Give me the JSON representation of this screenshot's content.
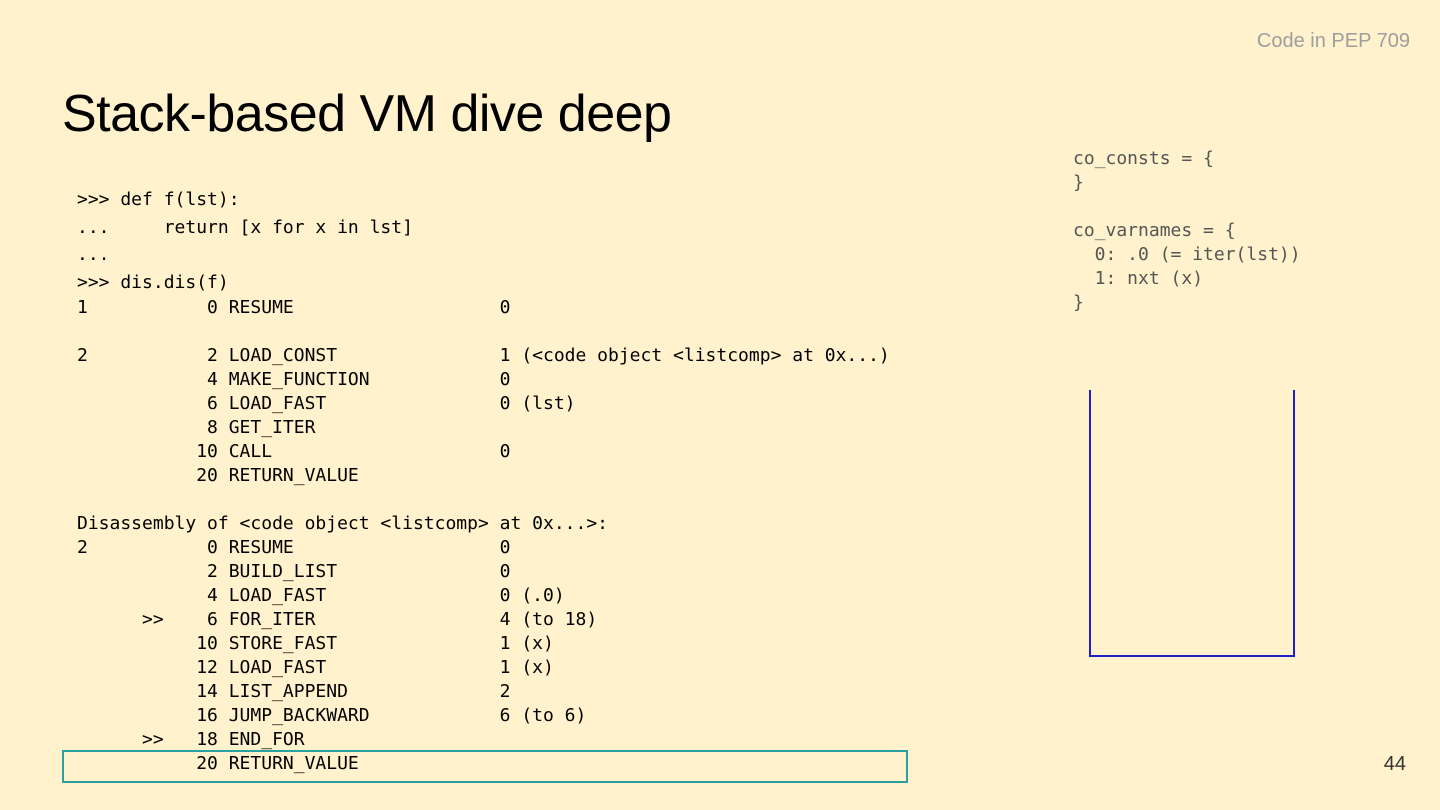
{
  "header": {
    "source_label": "Code in PEP 709",
    "title": "Stack-based VM dive deep"
  },
  "repl_lines": [
    ">>> def f(lst):",
    "...     return [x for x in lst]",
    "...",
    ">>> dis.dis(f)"
  ],
  "disassembly_lines": [
    "1           0 RESUME                   0",
    "",
    "2           2 LOAD_CONST               1 (<code object <listcomp> at 0x...)",
    "            4 MAKE_FUNCTION            0",
    "            6 LOAD_FAST                0 (lst)",
    "            8 GET_ITER",
    "           10 CALL                     0",
    "           20 RETURN_VALUE",
    "",
    "Disassembly of <code object <listcomp> at 0x...>:",
    "2           0 RESUME                   0",
    "            2 BUILD_LIST               0",
    "            4 LOAD_FAST                0 (.0)",
    "      >>    6 FOR_ITER                 4 (to 18)",
    "           10 STORE_FAST               1 (x)",
    "           12 LOAD_FAST                1 (x)",
    "           14 LIST_APPEND              2",
    "           16 JUMP_BACKWARD            6 (to 6)",
    "      >>   18 END_FOR",
    "           20 RETURN_VALUE"
  ],
  "code_vars_lines": [
    "co_consts = {",
    "}",
    "",
    "co_varnames = {",
    "  0: .0 (= iter(lst))",
    "  1: nxt (x)",
    "}"
  ],
  "highlighted_instruction": "20 RETURN_VALUE",
  "page_number": "44",
  "colors": {
    "background": "#fff2cc",
    "stack_border": "#2020c8",
    "highlight_border": "#2aa0a0"
  }
}
